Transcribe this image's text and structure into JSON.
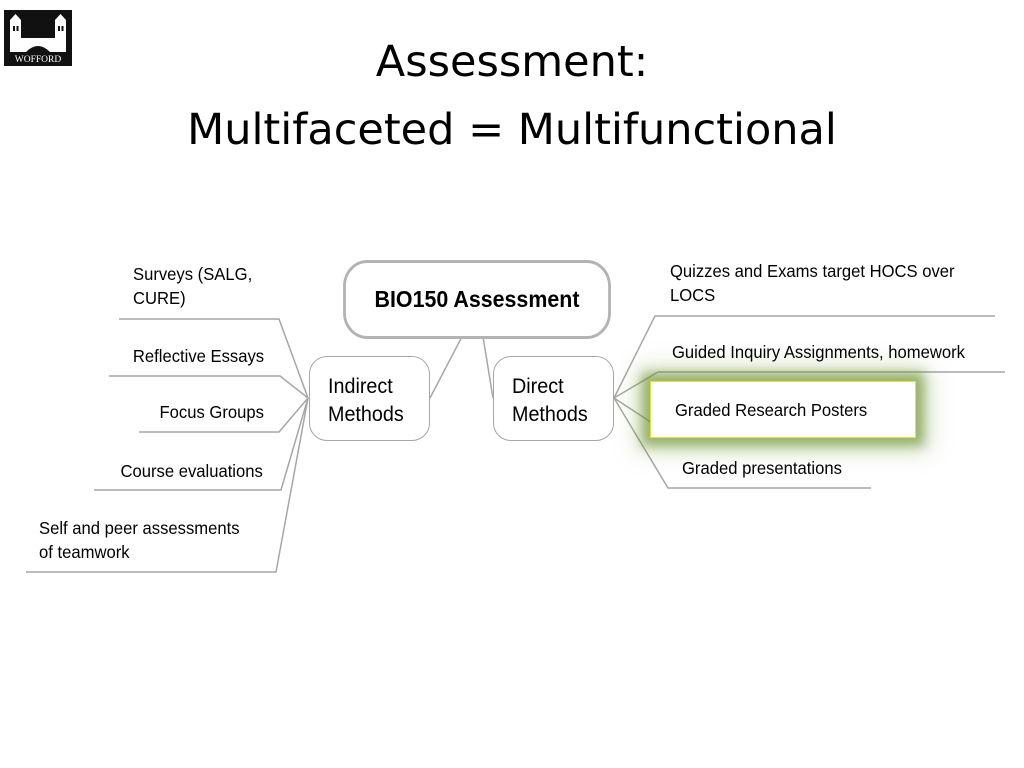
{
  "slide": {
    "title_line1": "Assessment:",
    "title_line2": "Multifaceted = Multifunctional",
    "logo_text": "WOFFORD"
  },
  "diagram": {
    "root": "BIO150 Assessment",
    "indirect": {
      "line1": "Indirect",
      "line2": "Methods"
    },
    "direct": {
      "line1": "Direct",
      "line2": "Methods"
    },
    "indirect_items": [
      {
        "line1": "Surveys (SALG,",
        "line2": "CURE)"
      },
      {
        "line1": "Reflective Essays"
      },
      {
        "line1": "Focus Groups"
      },
      {
        "line1": "Course evaluations"
      },
      {
        "line1": "Self and peer assessments",
        "line2": "of teamwork"
      }
    ],
    "direct_items": [
      {
        "line1": "Quizzes and Exams target HOCS over",
        "line2": "LOCS"
      },
      {
        "line1": "Guided Inquiry Assignments, homework"
      },
      {
        "line1": "Graded Research Posters",
        "highlighted": true
      },
      {
        "line1": "Graded presentations"
      }
    ]
  },
  "colors": {
    "connector": "#a6a6a6",
    "highlight_border": "#e6e62e",
    "highlight_glow": "#6b8e23"
  }
}
